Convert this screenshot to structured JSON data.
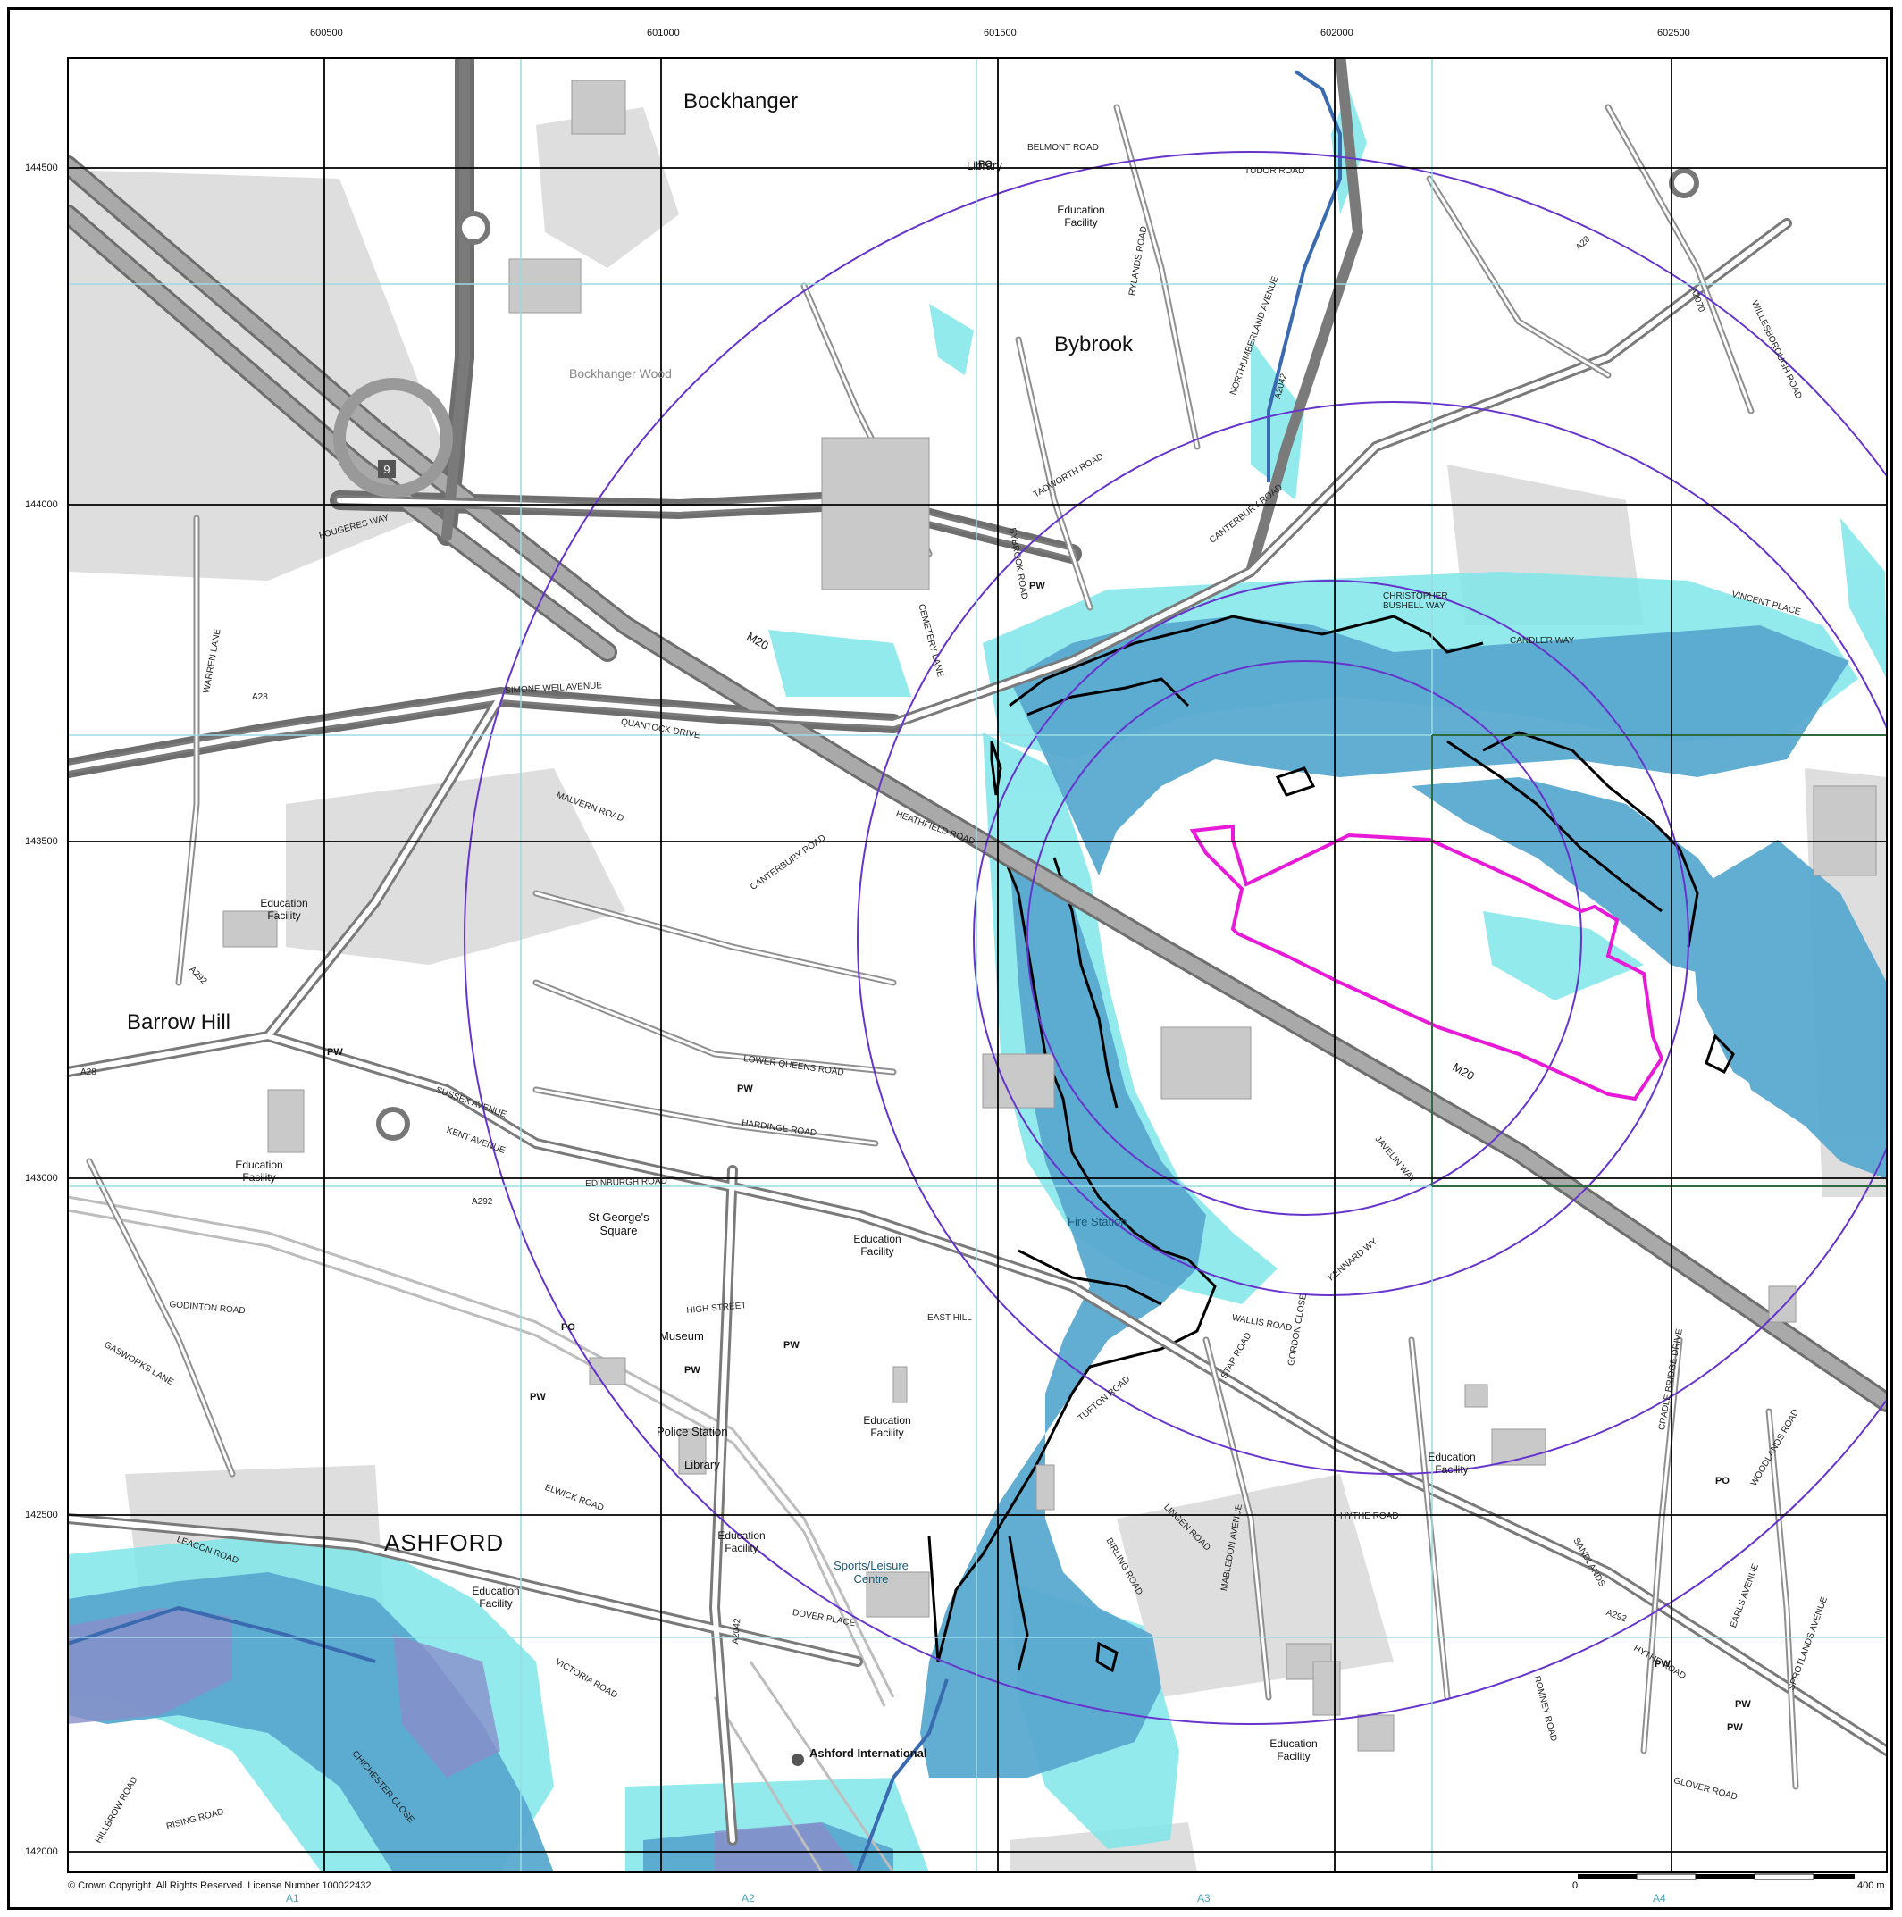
{
  "easting_labels": [
    "600500",
    "601000",
    "601500",
    "602000",
    "602500"
  ],
  "northing_labels": [
    "144500",
    "144000",
    "143500",
    "143000",
    "142500",
    "142000"
  ],
  "sheet_labels": [
    "A1",
    "A2",
    "A3",
    "A4"
  ],
  "places": {
    "bockhanger": "Bockhanger",
    "bybrook": "Bybrook",
    "barrow_hill": "Barrow Hill",
    "ashford": "ASHFORD",
    "st_georges": "St George's Square",
    "bockhanger_wood": "Bockhanger Wood",
    "ashford_international": "Ashford International",
    "sports_centre": "Sports/Leisure Centre",
    "police_station": "Police Station",
    "library": "Library",
    "library2": "Library",
    "museum": "Museum",
    "fire_station": "Fire Station"
  },
  "education_label": "Education Facility",
  "pw_label": "PW",
  "po_label": "PO",
  "motorway": "M20",
  "junction": "9",
  "roads": {
    "simone_weil": "SIMONE WEIL AVENUE",
    "fougeres": "FOUGERES WAY",
    "canterbury": "CANTERBURY ROAD",
    "quantock": "QUANTOCK DRIVE",
    "malvern": "MALVERN ROAD",
    "lower_queens": "LOWER QUEENS ROAD",
    "hardinge": "HARDINGE ROAD",
    "edinburgh": "EDINBURGH ROAD",
    "high_street": "HIGH STREET",
    "east_hill": "EAST HILL",
    "godinton": "GODINTON ROAD",
    "gasworks": "GASWORKS LANE",
    "elwick": "ELWICK ROAD",
    "victoria": "VICTORIA ROAD",
    "dover_place": "DOVER PLACE",
    "hythe": "HYTHE ROAD",
    "leacon": "LEACON ROAD",
    "chichester": "CHICHESTER CLOSE",
    "rising": "RISING ROAD",
    "hillbrow": "HILLBROW ROAD",
    "tudor": "TUDOR ROAD",
    "belmont": "BELMONT ROAD",
    "rylands": "RYLANDS ROAD",
    "northumberland": "NORTHUMBERLAND AVENUE",
    "tadworth": "TADWORTH ROAD",
    "bybrook_road": "BYBROOK ROAD",
    "cemetery": "CEMETERY LANE",
    "heathfield": "HEATHFIELD ROAD",
    "warren": "WARREN LANE",
    "kent_avenue": "KENT AVENUE",
    "sussex": "SUSSEX AVENUE",
    "javelin": "JAVELIN WAY",
    "wallis": "WALLIS ROAD",
    "star": "STAR ROAD",
    "tufton": "TUFTON ROAD",
    "mabledon": "MABLEDON AVENUE",
    "birling": "BIRLING ROAD",
    "lingen": "LINGEN ROAD",
    "sandlands": "SANDLANDS",
    "romney": "ROMNEY ROAD",
    "glover": "GLOVER ROAD",
    "willesborough": "WILLESBOROUGH ROAD",
    "vincent": "VINCENT PLACE",
    "candler": "CANDLER WAY",
    "christopher": "CHRISTOPHER BUSHELL WAY",
    "cradle": "CRADLE BRIDGE DRIVE",
    "woodlands": "WOODLANDS ROAD",
    "earls": "EARLS AVENUE",
    "sprotlands": "SPROTLANDS AVENUE",
    "gordon": "GORDON CLOSE",
    "kennard": "KENNARD WY",
    "a28": "A28",
    "a292": "A292",
    "a2042": "A2042",
    "a2070": "A2070"
  },
  "copyright": "© Crown Copyright. All Rights Reserved. License Number 100022432.",
  "scale_start": "0",
  "scale_end": "400 m",
  "colors": {
    "flood_dark": "#5aa9d0",
    "flood_light": "#7fe6ea",
    "flood_purple": "#8a8fc9",
    "site_boundary": "#e81ad8",
    "buffer_circles": "#6633cc",
    "grid_black": "#000000",
    "grid_cyan": "#9adbe2",
    "grid_green": "#2e6b3e",
    "road_fill": "#ffffff",
    "road_casing": "#6e6e6e",
    "building": "#d4d4d4",
    "motorway": "#8a8a8a"
  }
}
